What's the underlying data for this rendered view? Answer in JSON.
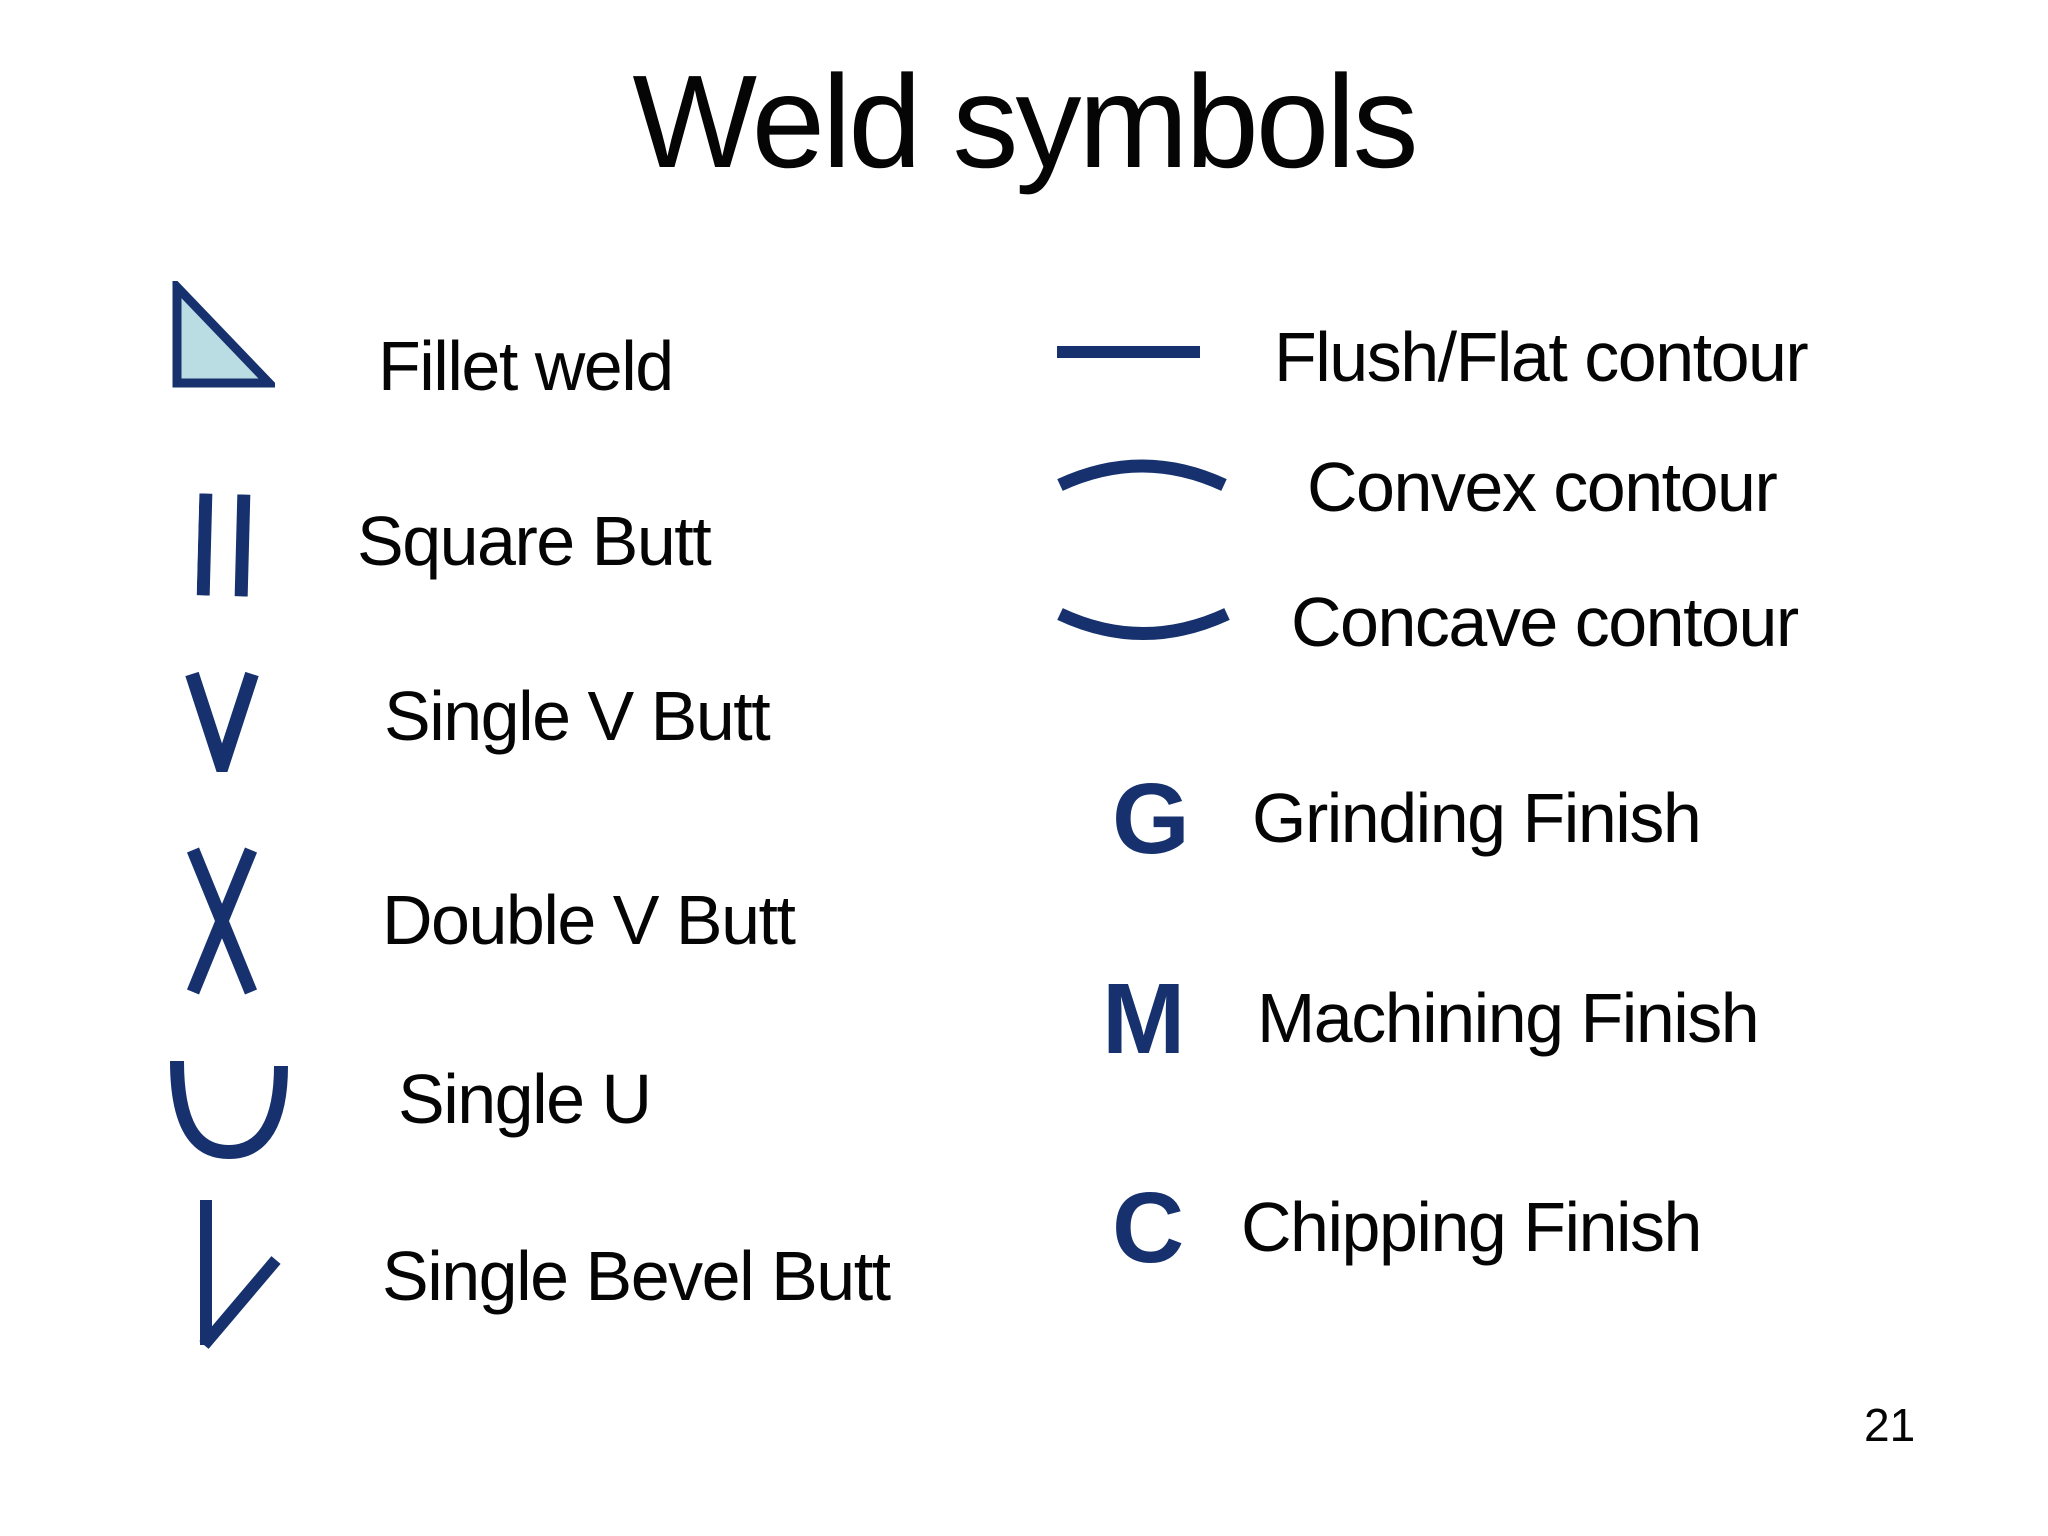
{
  "slide": {
    "title": "Weld symbols",
    "page_number": "21",
    "colors": {
      "symbol_navy": "#16316d",
      "fillet_triangle_fill": "#badde4",
      "label_text": "#050505",
      "background": "#ffffff"
    },
    "left_column": [
      {
        "icon": "fillet-weld-triangle-icon",
        "label": "Fillet weld"
      },
      {
        "icon": "square-butt-bars-icon",
        "label": "Square Butt"
      },
      {
        "icon": "single-v-icon",
        "label": "Single V Butt"
      },
      {
        "icon": "double-v-icon",
        "label": "Double V Butt"
      },
      {
        "icon": "single-u-icon",
        "label": "Single U"
      },
      {
        "icon": "single-bevel-icon",
        "label": "Single Bevel Butt"
      }
    ],
    "right_column": [
      {
        "icon": "flush-flat-line-icon",
        "letter": "",
        "label": "Flush/Flat contour"
      },
      {
        "icon": "convex-arc-icon",
        "letter": "",
        "label": "Convex contour"
      },
      {
        "icon": "concave-arc-icon",
        "letter": "",
        "label": "Concave contour"
      },
      {
        "icon": "grinding-letter-icon",
        "letter": "G",
        "label": "Grinding Finish"
      },
      {
        "icon": "machining-letter-icon",
        "letter": "M",
        "label": "Machining Finish"
      },
      {
        "icon": "chipping-letter-icon",
        "letter": "C",
        "label": "Chipping Finish"
      }
    ]
  }
}
